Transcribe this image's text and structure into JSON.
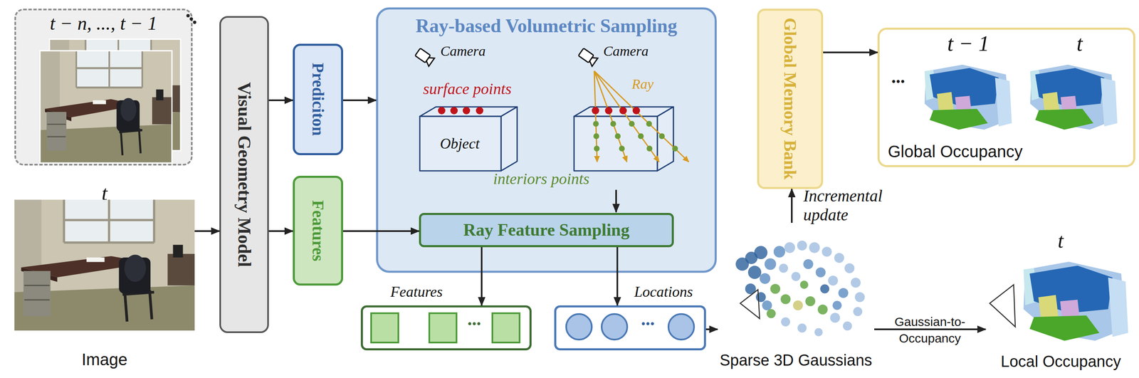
{
  "diagram": {
    "nodes": [
      {
        "text": [
          "t − n, ..., t − 1"
        ]
      },
      {
        "text": [
          "t",
          "Image"
        ]
      },
      {
        "text": [
          "Visual Geometry Model"
        ]
      },
      {
        "text": [
          "Prediciton"
        ]
      },
      {
        "text": [
          "Features"
        ]
      },
      {
        "text": [
          "Ray-based Volumetric Sampling"
        ]
      },
      {
        "text": [
          "Ray Feature Sampling"
        ],
        "in": 5
      },
      {
        "text": [
          "Global Memory Bank"
        ]
      },
      {
        "text": [
          "t − 1",
          "t",
          "...",
          "Global Occupancy"
        ]
      },
      {
        "text": [
          "Features",
          "..."
        ]
      },
      {
        "text": [
          "Locations",
          "..."
        ]
      },
      {
        "text": [
          "Sparse 3D Gaussians"
        ]
      },
      {
        "text": [
          "t",
          "Local Occupancy"
        ]
      }
    ],
    "edges": [
      {
        "from": 1,
        "to": 2,
        "arrow": "to"
      },
      {
        "from": 2,
        "to": 3,
        "arrow": "to"
      },
      {
        "from": 2,
        "to": 4,
        "arrow": "to"
      },
      {
        "from": 3,
        "to": 5,
        "arrow": "to"
      },
      {
        "from": 4,
        "to": 6,
        "arrow": "to"
      },
      {
        "from": 6,
        "to": 9,
        "arrow": "to"
      },
      {
        "from": 6,
        "to": 10,
        "arrow": "to"
      },
      {
        "from": 10,
        "to": 11,
        "arrow": "to"
      },
      {
        "from": 11,
        "to": 7,
        "label": "Incremental update",
        "arrow": "to"
      },
      {
        "from": 11,
        "to": 12,
        "label": "Gaussian-to-Occupancy",
        "arrow": "to"
      },
      {
        "from": 7,
        "to": 8,
        "arrow": "to"
      }
    ],
    "labels": [
      "Camera",
      "surface points",
      "Object",
      "Camera",
      "Ray",
      "interiors points"
    ]
  }
}
